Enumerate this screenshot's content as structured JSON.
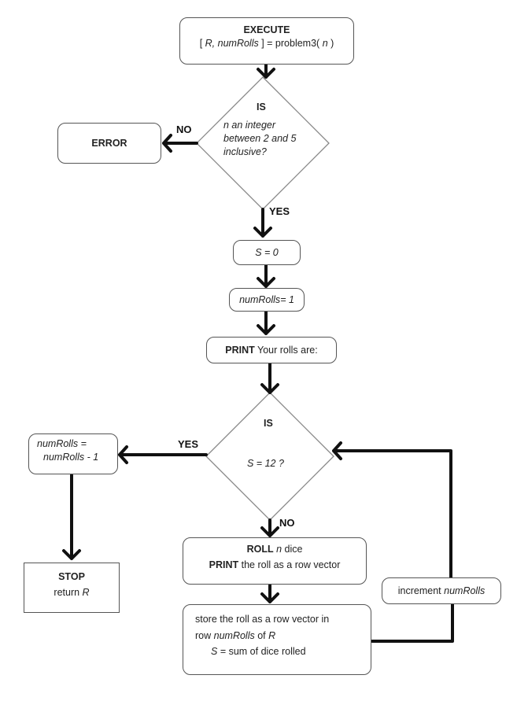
{
  "execute": {
    "title": "EXECUTE",
    "line_pre": "[ ",
    "line_vars": "R, numRolls",
    "line_mid": " ] = problem3( ",
    "line_n": "n",
    "line_post": " )"
  },
  "decision1": {
    "title": "IS",
    "line1": "n an integer",
    "line2": "between 2 and 5",
    "line3": "inclusive?"
  },
  "error": {
    "label": "ERROR"
  },
  "labels": {
    "no1": "NO",
    "yes1": "YES",
    "yes2": "YES",
    "no2": "NO"
  },
  "s_init": {
    "text": "S = 0"
  },
  "numrolls_init": {
    "var": "numRolls",
    "rest": "= 1"
  },
  "print_box": {
    "kw": "PRINT",
    "text": " Your rolls are:"
  },
  "decision2": {
    "title": "IS",
    "text": "S = 12 ?"
  },
  "decrement": {
    "line1": "numRolls =",
    "line2": "numRolls - 1"
  },
  "stop": {
    "title": "STOP",
    "ret": "return ",
    "var": "R"
  },
  "roll_box": {
    "kw1": "ROLL",
    "n": " n",
    "dice": " dice",
    "kw2": "PRINT",
    "rest": " the roll as a row vector"
  },
  "store_box": {
    "line1": "store the roll as a row vector in",
    "row": "row ",
    "var": "numRolls",
    "of": " of ",
    "r": "R",
    "s": "S",
    "s_rest": " = sum of dice rolled"
  },
  "increment": {
    "text": "increment ",
    "var": "numRolls"
  }
}
